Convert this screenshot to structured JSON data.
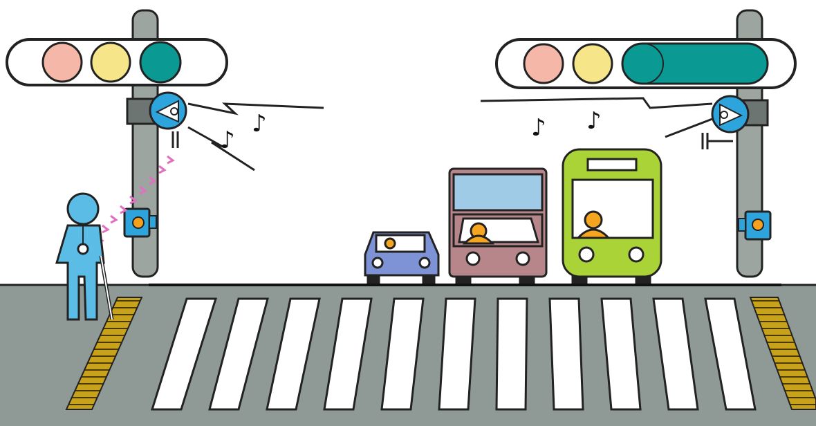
{
  "scene": {
    "left_signal": {
      "lamps": [
        "red-off",
        "yellow-off",
        "green-on"
      ]
    },
    "right_signal": {
      "lamps": [
        "red-off",
        "yellow-off",
        "green-on-extended"
      ]
    },
    "notes": [
      "♪",
      "♪",
      "♪",
      "♪"
    ],
    "colors": {
      "sky": "#ffffff",
      "road": "#8f9a97",
      "crosswalk": "#ffffff",
      "pole": "#9ca59f",
      "signal_housing": "#ffffff",
      "lamp_red_off": "#f5b7a8",
      "lamp_yellow_off": "#f7e58a",
      "lamp_green_on": "#0a9a93",
      "speaker": "#2ea4dc",
      "button_box": "#2ea4dc",
      "button": "#f5a01f",
      "pedestrian": "#5bbde6",
      "tactile_paving": "#c8a21b",
      "car": "#7e93d6",
      "truck_body": "#b7868a",
      "truck_cargo": "#9fcbe6",
      "bus": "#a9d337",
      "driver": "#f5a51f",
      "signal_waves": "#e070c0"
    }
  }
}
